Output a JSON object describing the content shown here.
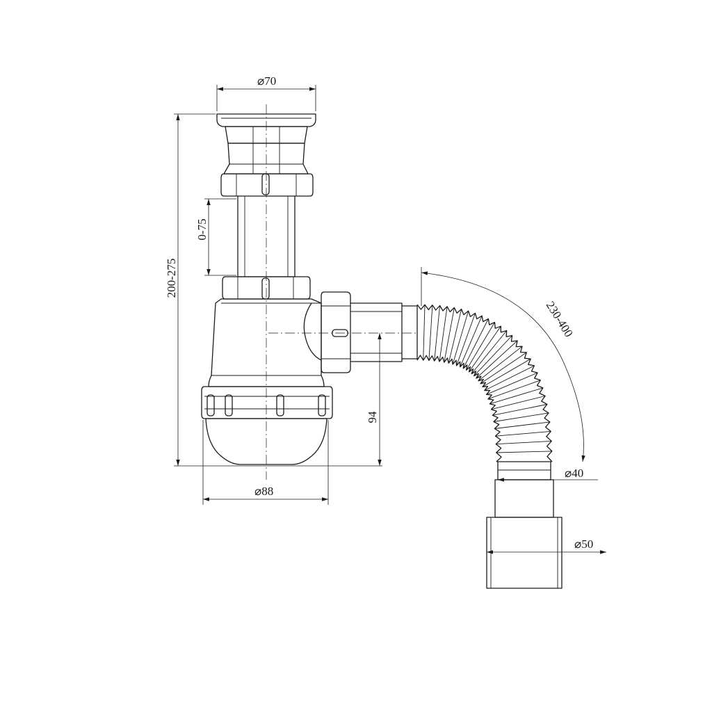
{
  "dimensions": {
    "top_diameter": "70",
    "bowl_diameter": "88",
    "total_height": "200-275",
    "extension_range": "0-75",
    "outlet_height": "94",
    "hose_length": "230-400",
    "hose_diameter": "40",
    "outlet_diameter": "50"
  },
  "symbols": {
    "diameter": "⌀"
  }
}
